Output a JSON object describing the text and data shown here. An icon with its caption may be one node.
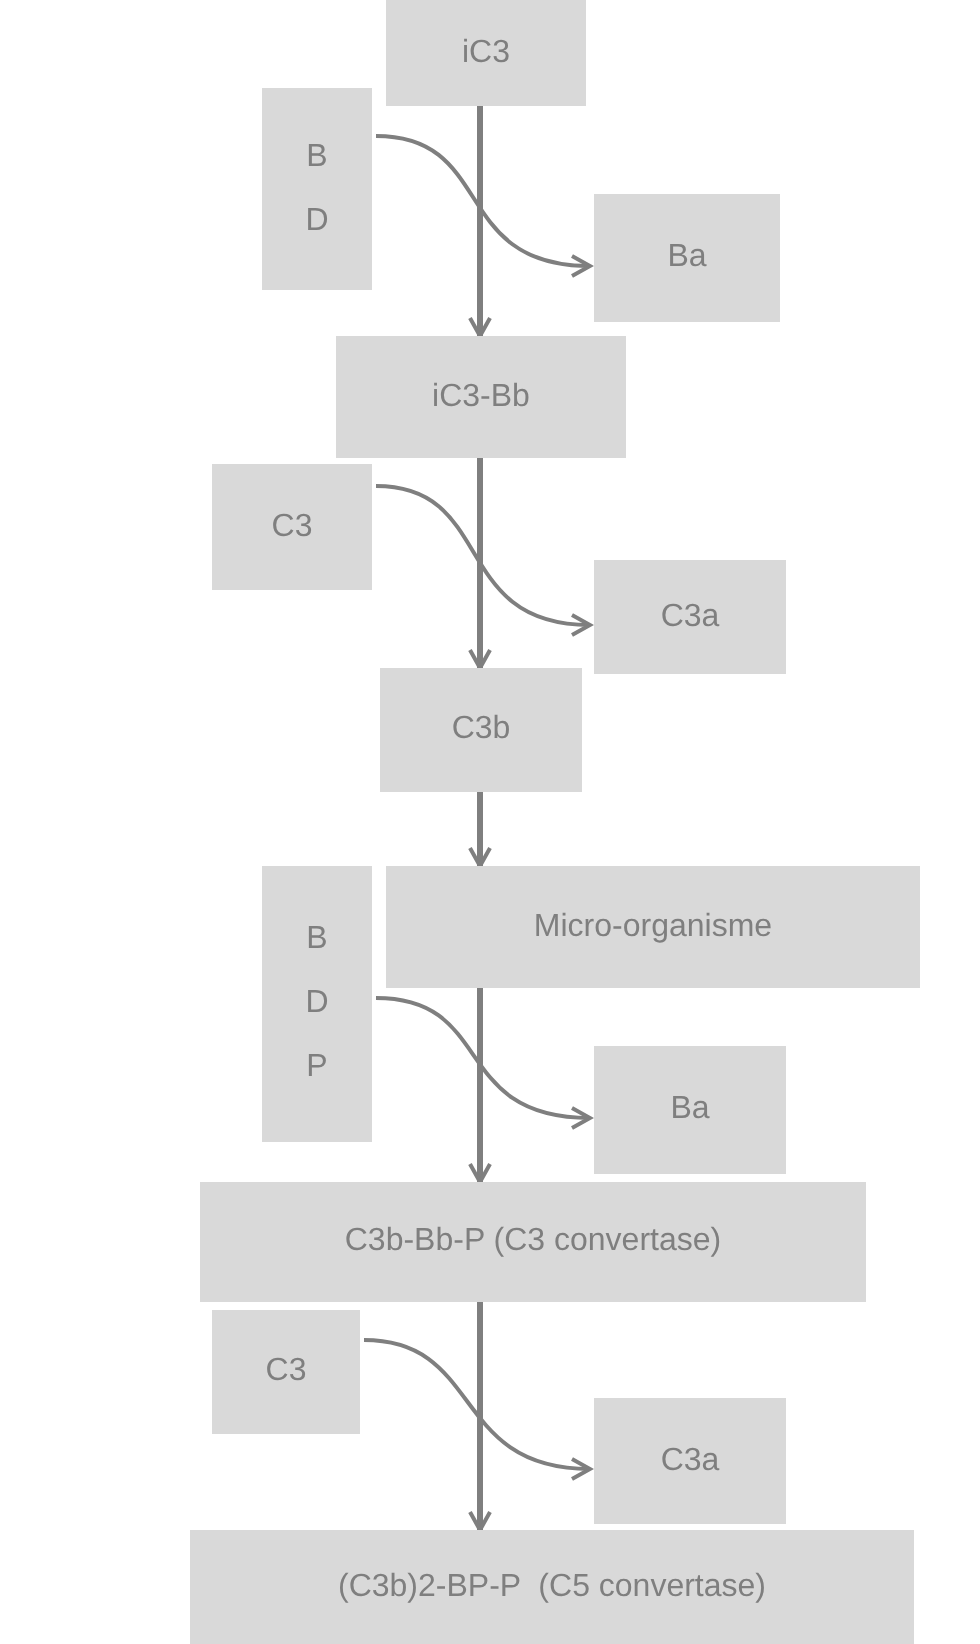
{
  "diagram": {
    "nodes": [
      {
        "text": [
          "iC3"
        ]
      },
      {
        "text": [
          "B D"
        ]
      },
      {
        "text": [
          "Ba"
        ]
      },
      {
        "text": [
          "iC3-Bb"
        ]
      },
      {
        "text": [
          "C3"
        ]
      },
      {
        "text": [
          "C3a"
        ]
      },
      {
        "text": [
          "C3b"
        ]
      },
      {
        "text": [
          "Micro-organisme"
        ]
      },
      {
        "text": [
          "B D P"
        ]
      },
      {
        "text": [
          "Ba"
        ]
      },
      {
        "text": [
          "C3b-Bb-P (C3 convertase)"
        ]
      },
      {
        "text": [
          "C3"
        ]
      },
      {
        "text": [
          "C3a"
        ]
      },
      {
        "text": [
          "(C3b)2-BP-P  (C5 convertase)"
        ]
      }
    ],
    "edges": [
      {
        "from": 0,
        "to": 3,
        "arrow": "to"
      },
      {
        "from": 1,
        "to": 2,
        "arrow": "to"
      },
      {
        "from": 3,
        "to": 6,
        "arrow": "to"
      },
      {
        "from": 4,
        "to": 5,
        "arrow": "to"
      },
      {
        "from": 6,
        "to": 7,
        "arrow": "to"
      },
      {
        "from": 7,
        "to": 10,
        "arrow": "to"
      },
      {
        "from": 8,
        "to": 9,
        "arrow": "to"
      },
      {
        "from": 10,
        "to": 13,
        "arrow": "to"
      },
      {
        "from": 11,
        "to": 12,
        "arrow": "to"
      }
    ]
  }
}
